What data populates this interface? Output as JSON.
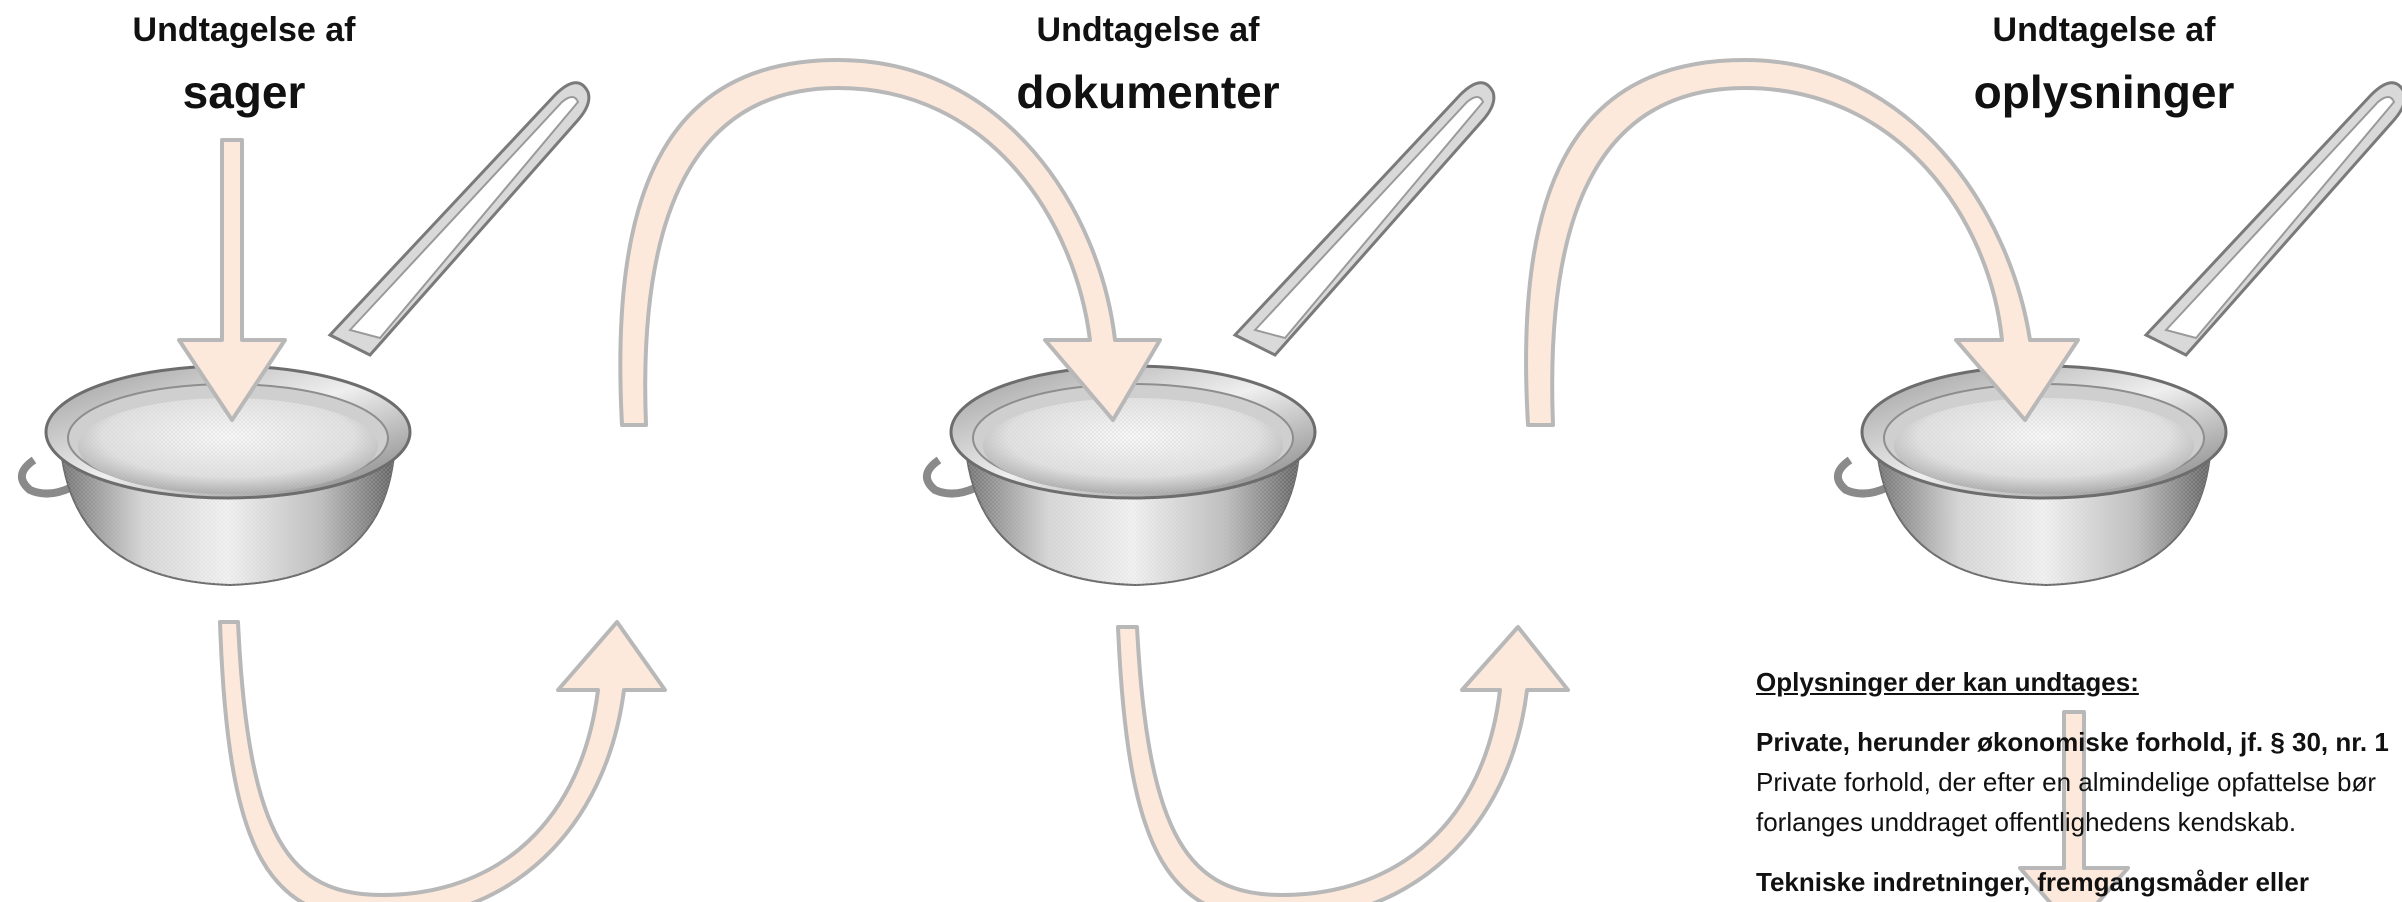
{
  "diagram": {
    "strainers": [
      {
        "heading_small": "Undtagelse af",
        "heading_big": "sager",
        "icon": "strainer-icon"
      },
      {
        "heading_small": "Undtagelse af",
        "heading_big": "dokumenter",
        "icon": "strainer-icon"
      },
      {
        "heading_small": "Undtagelse af",
        "heading_big": "oplysninger",
        "icon": "strainer-icon"
      }
    ],
    "colors": {
      "arrow_fill": "#fde9dc",
      "arrow_stroke": "#b8b8b8",
      "metal_light": "#f2f2f2",
      "metal_dark": "#7f7f7f"
    }
  },
  "text": {
    "title": "Oplysninger der kan undtages:",
    "item1_title": "Private, herunder økonomiske forhold, jf. § 30, nr. 1",
    "item1_body_line1": "Private forhold, der efter en almindelige opfattelse bør",
    "item1_body_line2": "forlanges unddraget offentlighedens kendskab.",
    "item2_title": "Tekniske indretninger, fremgangsmåder eller"
  }
}
